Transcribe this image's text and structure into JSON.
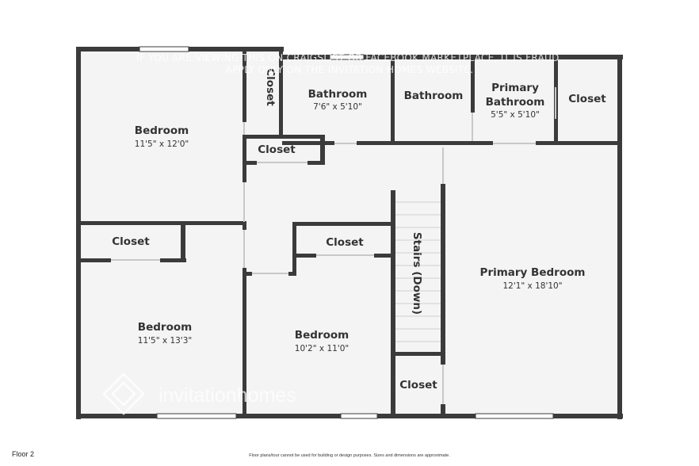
{
  "plan": {
    "rooms": [
      {
        "id": "bedroom-nw",
        "name": "Bedroom",
        "dim": "11'5\" x 12'0\""
      },
      {
        "id": "closet-nw",
        "name": "Closet",
        "dim": ""
      },
      {
        "id": "bathroom-1",
        "name": "Bathroom",
        "dim": "7'6\" x 5'10\""
      },
      {
        "id": "bathroom-2",
        "name": "Bathroom",
        "dim": ""
      },
      {
        "id": "primary-bathroom",
        "name_line1": "Primary",
        "name_line2": "Bathroom",
        "dim": "5'5\" x 5'10\""
      },
      {
        "id": "closet-ne",
        "name": "Closet",
        "dim": ""
      },
      {
        "id": "closet-hall",
        "name": "Closet",
        "dim": ""
      },
      {
        "id": "closet-w",
        "name": "Closet",
        "dim": ""
      },
      {
        "id": "closet-center",
        "name": "Closet",
        "dim": ""
      },
      {
        "id": "stairs",
        "name": "Stairs (Down)",
        "dim": ""
      },
      {
        "id": "primary-bedroom",
        "name": "Primary Bedroom",
        "dim": "12'1\" x 18'10\""
      },
      {
        "id": "bedroom-sw",
        "name": "Bedroom",
        "dim": "11'5\" x 13'3\""
      },
      {
        "id": "bedroom-center",
        "name": "Bedroom",
        "dim": "10'2\" x 11'0\""
      },
      {
        "id": "closet-se",
        "name": "Closet",
        "dim": ""
      }
    ]
  },
  "watermark": {
    "line1": "IF YOU ARE VIEWING THIS ON CRAIGSLIST OR FACEBOOK MARKETPLACE, IT IS FRAUD.",
    "line2": "APPLY ONLY ON THE INVITATION HOMES WEBSITE.",
    "brand": "invitationhomes"
  },
  "footer": {
    "floor_label": "Floor 2",
    "disclaimer": "Floor plans/tour cannot be used for building or design purposes. Sizes and dimensions are approximate."
  },
  "colors": {
    "wall": "#3b3b3b",
    "floor": "#f4f4f4",
    "window": "#ffffff",
    "text": "#333333"
  }
}
